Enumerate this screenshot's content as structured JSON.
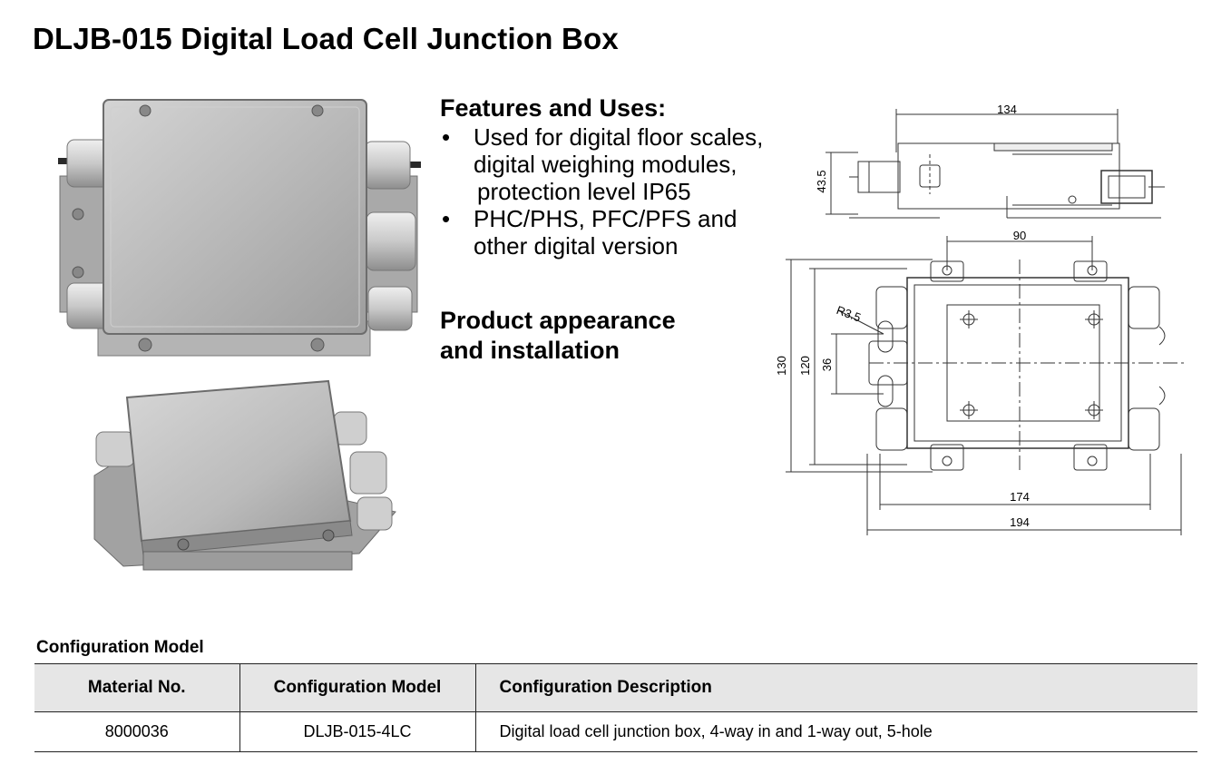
{
  "page": {
    "title": "DLJB-015 Digital Load Cell Junction Box"
  },
  "features": {
    "heading": "Features and Uses:",
    "items": [
      {
        "lines": [
          "Used for digital floor scales,",
          "digital weighing modules,",
          "protection level IP65"
        ]
      },
      {
        "lines": [
          "PHC/PHS, PFC/PFS and",
          "other digital version"
        ]
      }
    ]
  },
  "appearance": {
    "lines": [
      "Product appearance",
      "and installation"
    ]
  },
  "drawing": {
    "side_width": "134",
    "side_height": "43.5",
    "top_hole_spacing": "90",
    "height_outer": "130",
    "height_inner": "120",
    "slot_height": "36",
    "radius": "R3.5",
    "width_inner": "174",
    "width_outer": "194"
  },
  "config": {
    "heading": "Configuration Model",
    "columns": [
      "Material No.",
      "Configuration Model",
      "Configuration Description"
    ],
    "rows": [
      [
        "8000036",
        "DLJB-015-4LC",
        "Digital load cell junction box, 4-way in and  1-way out, 5-hole"
      ]
    ]
  }
}
